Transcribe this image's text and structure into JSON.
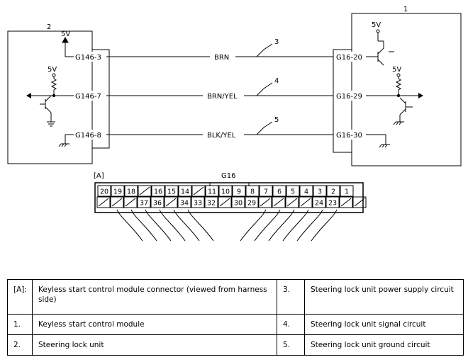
{
  "units": {
    "module": "1",
    "lock": "2"
  },
  "supply": {
    "v1": "5V",
    "v2": "5V",
    "v3": "5V",
    "v4": "5V"
  },
  "lock_terminals": [
    "G146-3",
    "G146-7",
    "G146-8"
  ],
  "module_terminals": [
    "G16-20",
    "G16-29",
    "G16-30"
  ],
  "wires": [
    {
      "color": "BRN",
      "callout": "3"
    },
    {
      "color": "BRN/YEL",
      "callout": "4"
    },
    {
      "color": "BLK/YEL",
      "callout": "5"
    }
  ],
  "connector": {
    "tag": "[A]",
    "name": "G16",
    "top_pins": [
      "20",
      "19",
      "18",
      "",
      "16",
      "15",
      "14",
      "",
      "11",
      "10",
      "9",
      "8",
      "7",
      "6",
      "5",
      "4",
      "3",
      "2",
      "1"
    ],
    "bottom_pins": [
      "",
      "",
      "",
      "37",
      "36",
      "",
      "34",
      "33",
      "32",
      "",
      "30",
      "29",
      "",
      "",
      "",
      "",
      "24",
      "23",
      "",
      ""
    ]
  },
  "legend": [
    {
      "num": "[A]:",
      "text": "Keyless start control module connector (viewed from harness side)",
      "num2": "3.",
      "text2": "Steering lock unit power supply circuit"
    },
    {
      "num": "1.",
      "text": "Keyless start control module",
      "num2": "4.",
      "text2": "Steering lock unit signal circuit"
    },
    {
      "num": "2.",
      "text": "Steering lock unit",
      "num2": "5.",
      "text2": "Steering lock unit ground circuit"
    }
  ]
}
